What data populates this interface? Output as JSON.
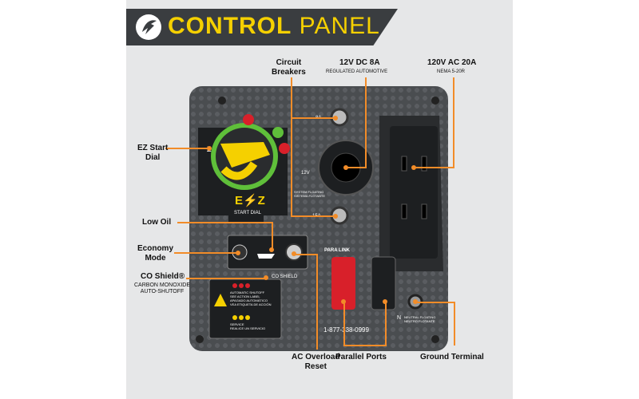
{
  "title": {
    "bold": "CONTROL",
    "light": "PANEL"
  },
  "callouts": {
    "circuit_breakers": [
      "Circuit",
      "Breakers"
    ],
    "dc": {
      "label": "12V DC 8A",
      "sub": "REGULATED AUTOMOTIVE"
    },
    "ac": {
      "label": "120V AC 20A",
      "sub": "NEMA 5-20R"
    },
    "ez_start": [
      "EZ Start",
      "Dial"
    ],
    "low_oil": "Low Oil",
    "economy": [
      "Economy",
      "Mode"
    ],
    "co_shield": {
      "label": "CO Shield®",
      "sub": [
        "CARBON MONOXIDE",
        "AUTO-SHUTOFF"
      ]
    },
    "ac_reset": [
      "AC Overload",
      "Reset"
    ],
    "parallel": "Parallel Ports",
    "ground": "Ground Terminal"
  },
  "panel": {
    "breaker_top": "8A",
    "breaker_bottom": "15A",
    "dc_voltage": "12V",
    "ez_logo": "E⚡Z",
    "ez_caption": "START DIAL",
    "dial_symbol": "Z",
    "co_badge": "SHIELD",
    "co_badge_prefix": "CO",
    "para_link": [
      "PARA",
      "LINK"
    ],
    "phone": "1-877-338-0999",
    "ground_sign": "N",
    "ground_note": [
      "NEUTRAL FLOATING",
      "NEUTRO FLOTANTE"
    ],
    "warning_lines": [
      "AUTOMATIC SHUTOFF",
      "SEE ACTION LABEL",
      "APAGADO AUTOMÁTICO",
      "VEA ETIQUETA DE ACCIÓN"
    ],
    "service_lines": [
      "SERVICE",
      "REALICE UN SERVICIO"
    ],
    "dc_note": [
      "SYSTEM FLOATING",
      "SISTEMA FLOTANTE"
    ]
  },
  "colors": {
    "accent": "#f28c28",
    "title_yellow": "#f5d000",
    "dial_green": "#5fbf3a",
    "port_red": "#d8202a"
  }
}
